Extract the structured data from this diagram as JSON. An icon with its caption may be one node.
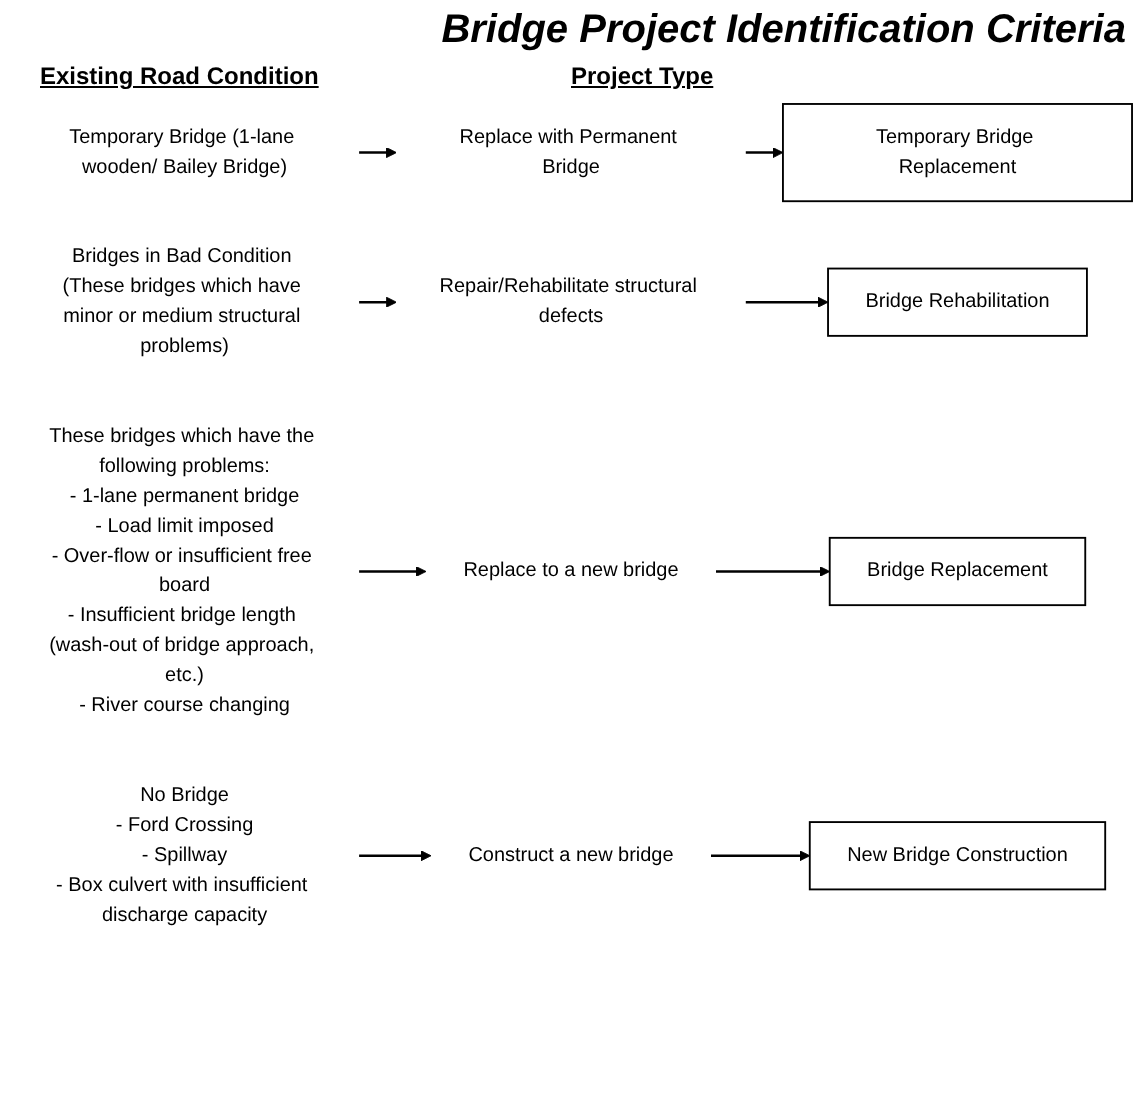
{
  "diagram": {
    "title": "Bridge Project Identification Criteria",
    "nodes": [
      {
        "text": [
          "Temporary Bridge (1-lane wooden/ Bailey Bridge)"
        ]
      },
      {
        "text": [
          "Replace with Permanent Bridge"
        ]
      },
      {
        "text": [
          "Temporary Bridge Replacement"
        ]
      },
      {
        "text": [
          "Bridges in Bad Condition (These bridges which have minor or medium structural problems)"
        ]
      },
      {
        "text": [
          "Repair/Rehabilitate structural defects"
        ]
      },
      {
        "text": [
          "Bridge Rehabilitation"
        ]
      },
      {
        "text": [
          "These bridges which have the following problems:",
          "- 1-lane permanent bridge",
          "- Load limit imposed",
          "- Over-flow or insufficient free board",
          "- Insufficient bridge length (wash-out of bridge approach, etc.)",
          "- River course changing"
        ]
      },
      {
        "text": [
          "Replace to a new bridge"
        ]
      },
      {
        "text": [
          "Bridge Replacement"
        ]
      },
      {
        "text": [
          "No Bridge",
          "- Ford Crossing",
          "- Spillway",
          "- Box culvert with insufficient discharge capacity"
        ]
      },
      {
        "text": [
          "Construct a new bridge"
        ]
      },
      {
        "text": [
          "New Bridge Construction"
        ]
      }
    ],
    "edges": [
      {
        "from": 0,
        "to": 1,
        "arrow": "to"
      },
      {
        "from": 1,
        "to": 2,
        "arrow": "to"
      },
      {
        "from": 3,
        "to": 4,
        "arrow": "to"
      },
      {
        "from": 4,
        "to": 5,
        "arrow": "to"
      },
      {
        "from": 6,
        "to": 7,
        "arrow": "to"
      },
      {
        "from": 7,
        "to": 8,
        "arrow": "to"
      },
      {
        "from": 9,
        "to": 10,
        "arrow": "to"
      },
      {
        "from": 10,
        "to": 11,
        "arrow": "to"
      }
    ],
    "labels": [
      "Existing Road Condition",
      "Project Type"
    ]
  }
}
